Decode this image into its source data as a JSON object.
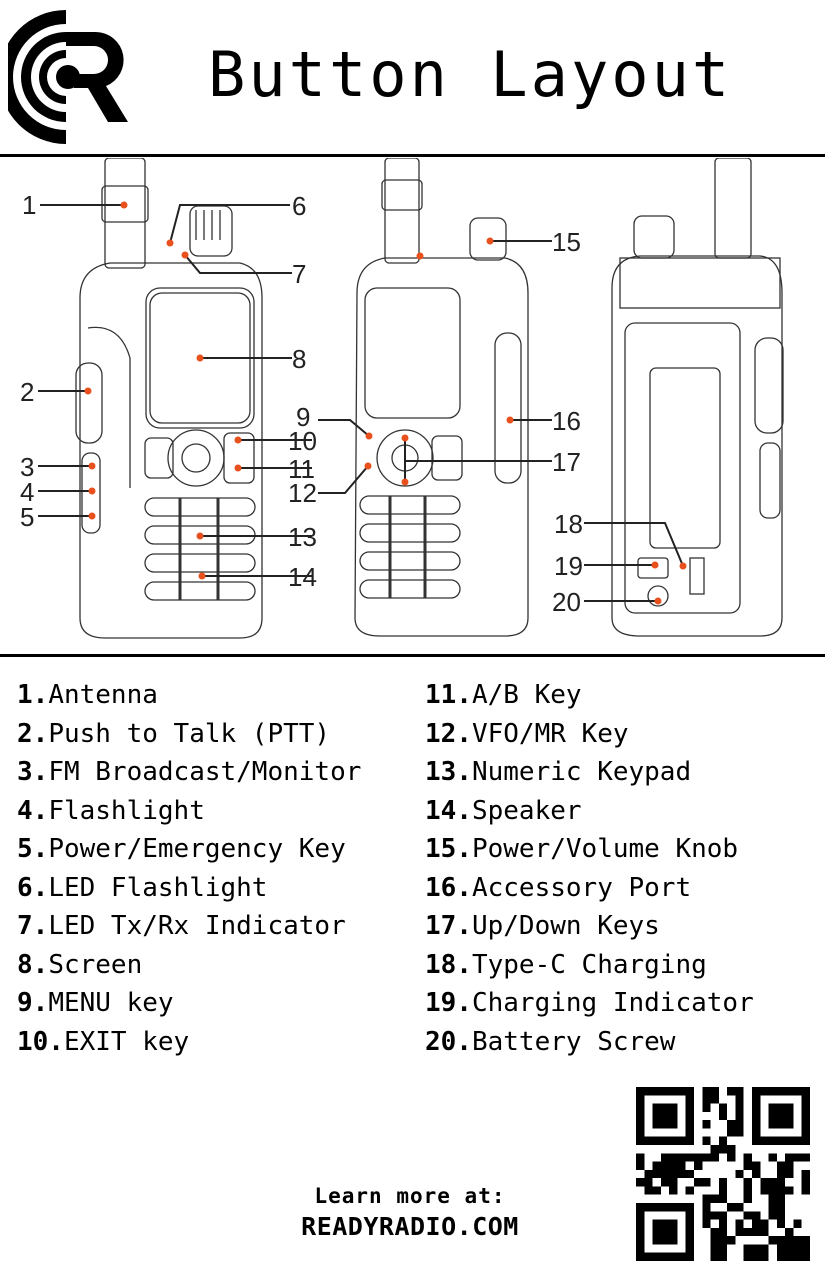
{
  "header": {
    "logo": "readyradio-logo",
    "title": "Button Layout"
  },
  "diagram": {
    "views": [
      "front-view",
      "angled-front-view",
      "side-back-view"
    ],
    "callout_color": "#e8501e",
    "callouts": [
      "1",
      "2",
      "3",
      "4",
      "5",
      "6",
      "7",
      "8",
      "9",
      "10",
      "11",
      "12",
      "13",
      "14",
      "15",
      "16",
      "17",
      "18",
      "19",
      "20"
    ]
  },
  "legend": {
    "left": [
      {
        "num": "1.",
        "label": "Antenna"
      },
      {
        "num": "2.",
        "label": "Push to Talk (PTT)"
      },
      {
        "num": "3.",
        "label": "FM Broadcast/Monitor"
      },
      {
        "num": "4.",
        "label": "Flashlight"
      },
      {
        "num": "5.",
        "label": "Power/Emergency Key"
      },
      {
        "num": "6.",
        "label": "LED Flashlight"
      },
      {
        "num": "7.",
        "label": "LED Tx/Rx Indicator"
      },
      {
        "num": "8.",
        "label": "Screen"
      },
      {
        "num": "9.",
        "label": "MENU key"
      },
      {
        "num": "10.",
        "label": "EXIT key"
      }
    ],
    "right": [
      {
        "num": "11.",
        "label": "A/B Key"
      },
      {
        "num": "12.",
        "label": "VFO/MR Key"
      },
      {
        "num": "13.",
        "label": "Numeric Keypad"
      },
      {
        "num": "14.",
        "label": "Speaker"
      },
      {
        "num": "15.",
        "label": "Power/Volume Knob"
      },
      {
        "num": "16.",
        "label": "Accessory Port"
      },
      {
        "num": "17.",
        "label": "Up/Down Keys"
      },
      {
        "num": "18.",
        "label": "Type-C Charging"
      },
      {
        "num": "19.",
        "label": "Charging Indicator"
      },
      {
        "num": "20.",
        "label": "Battery Screw"
      }
    ]
  },
  "footer": {
    "learn_more": "Learn more at:",
    "url": "READYRADIO.COM",
    "qr_code": "qr-code-readyradio"
  }
}
